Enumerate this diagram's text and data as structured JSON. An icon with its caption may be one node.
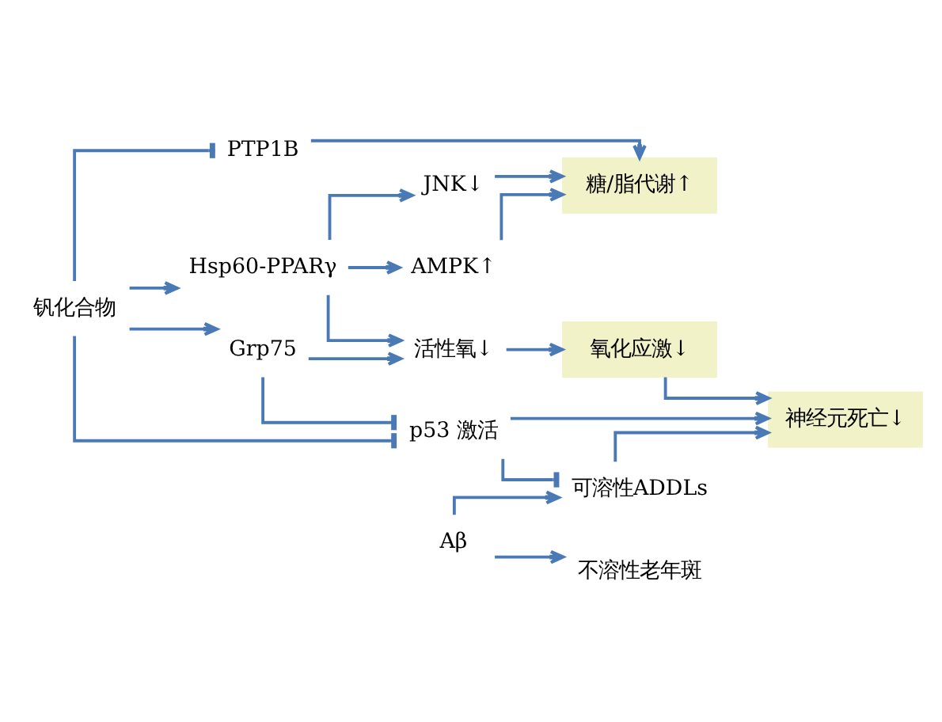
{
  "diagram": {
    "nodes": [
      {
        "text": [
          "钒化合物"
        ]
      },
      {
        "text": [
          "PTP1B"
        ]
      },
      {
        "text": [
          "Hsp60-PPARγ"
        ]
      },
      {
        "text": [
          "JNK↓"
        ]
      },
      {
        "text": [
          "AMPK↑"
        ]
      },
      {
        "text": [
          "活性氧↓"
        ]
      },
      {
        "text": [
          "Grp75"
        ]
      },
      {
        "text": [
          "p53 激活"
        ]
      },
      {
        "text": [
          "糖/脂代谢↑"
        ]
      },
      {
        "text": [
          "氧化应激↓"
        ]
      },
      {
        "text": [
          "神经元死亡↓"
        ]
      },
      {
        "text": [
          "Aβ"
        ]
      },
      {
        "text": [
          "可溶性ADDLs"
        ]
      },
      {
        "text": [
          "不溶性老年斑"
        ]
      }
    ],
    "edges": [
      {
        "from": 0,
        "to": 1,
        "arrow": "other"
      },
      {
        "from": 0,
        "to": 2,
        "arrow": "to"
      },
      {
        "from": 0,
        "to": 6,
        "arrow": "to"
      },
      {
        "from": 0,
        "to": 7,
        "arrow": "other"
      },
      {
        "from": 1,
        "to": 8,
        "arrow": "to"
      },
      {
        "from": 2,
        "to": 3,
        "arrow": "to"
      },
      {
        "from": 2,
        "to": 4,
        "arrow": "to"
      },
      {
        "from": 2,
        "to": 5,
        "arrow": "to"
      },
      {
        "from": 3,
        "to": 8,
        "arrow": "to"
      },
      {
        "from": 4,
        "to": 8,
        "arrow": "to"
      },
      {
        "from": 6,
        "to": 5,
        "arrow": "to"
      },
      {
        "from": 6,
        "to": 7,
        "arrow": "other"
      },
      {
        "from": 5,
        "to": 9,
        "arrow": "to"
      },
      {
        "from": 9,
        "to": 10,
        "arrow": "to"
      },
      {
        "from": 7,
        "to": 10,
        "arrow": "to"
      },
      {
        "from": 7,
        "to": 12,
        "arrow": "other"
      },
      {
        "from": 11,
        "to": 12,
        "arrow": "to"
      },
      {
        "from": 11,
        "to": 13,
        "arrow": "to"
      },
      {
        "from": 12,
        "to": 10,
        "arrow": "to"
      }
    ]
  }
}
